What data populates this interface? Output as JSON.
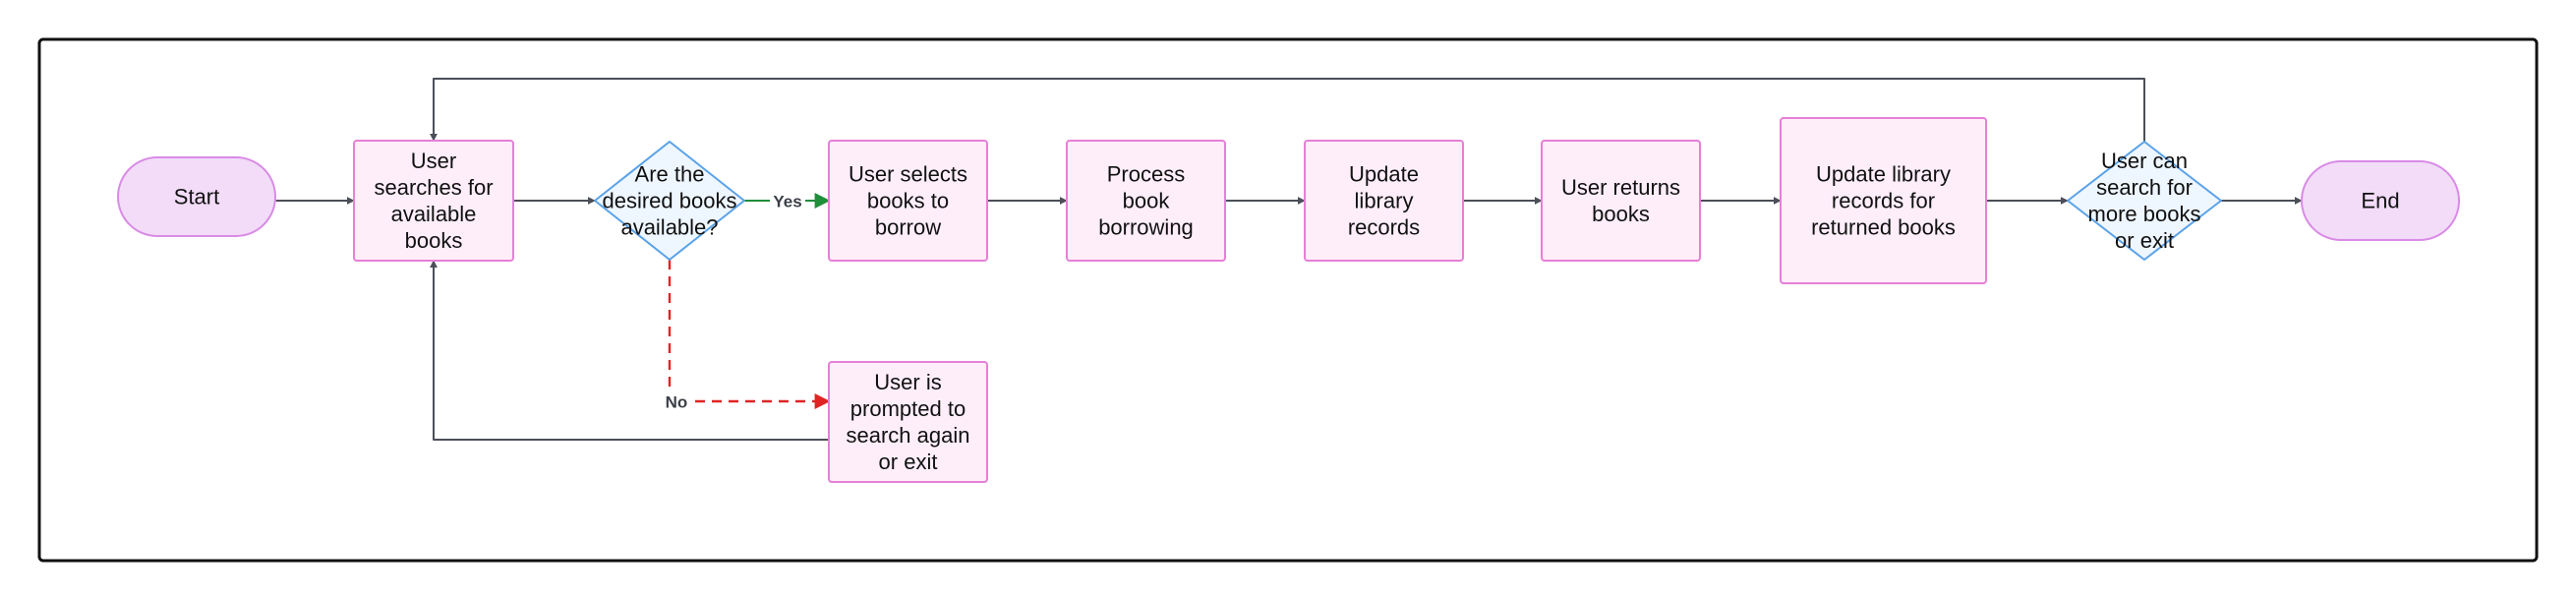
{
  "diagram": {
    "type": "flowchart",
    "nodes": [
      {
        "id": "start",
        "shape": "terminal",
        "lines": [
          "Start"
        ]
      },
      {
        "id": "search",
        "shape": "process",
        "lines": [
          "User",
          "searches for",
          "available",
          "books"
        ]
      },
      {
        "id": "available",
        "shape": "decision",
        "lines": [
          "Are the",
          "desired books",
          "available?"
        ]
      },
      {
        "id": "select",
        "shape": "process",
        "lines": [
          "User selects",
          "books to",
          "borrow"
        ]
      },
      {
        "id": "process",
        "shape": "process",
        "lines": [
          "Process",
          "book",
          "borrowing"
        ]
      },
      {
        "id": "update",
        "shape": "process",
        "lines": [
          "Update",
          "library",
          "records"
        ]
      },
      {
        "id": "return",
        "shape": "process",
        "lines": [
          "User returns",
          "books"
        ]
      },
      {
        "id": "update_returned",
        "shape": "process",
        "lines": [
          "Update library",
          "records for",
          "returned books"
        ]
      },
      {
        "id": "more",
        "shape": "decision",
        "lines": [
          "User can",
          "search for",
          "more books",
          "or exit"
        ]
      },
      {
        "id": "end",
        "shape": "terminal",
        "lines": [
          "End"
        ]
      },
      {
        "id": "prompt",
        "shape": "process",
        "lines": [
          "User is",
          "prompted to",
          "search again",
          "or exit"
        ]
      }
    ],
    "edges": [
      {
        "from": "start",
        "to": "search",
        "label": "",
        "style": "normal"
      },
      {
        "from": "search",
        "to": "available",
        "label": "",
        "style": "normal"
      },
      {
        "from": "available",
        "to": "select",
        "label": "Yes",
        "style": "yes"
      },
      {
        "from": "select",
        "to": "process",
        "label": "",
        "style": "normal"
      },
      {
        "from": "process",
        "to": "update",
        "label": "",
        "style": "normal"
      },
      {
        "from": "update",
        "to": "return",
        "label": "",
        "style": "normal"
      },
      {
        "from": "return",
        "to": "update_returned",
        "label": "",
        "style": "normal"
      },
      {
        "from": "update_returned",
        "to": "more",
        "label": "",
        "style": "normal"
      },
      {
        "from": "more",
        "to": "end",
        "label": "",
        "style": "normal"
      },
      {
        "from": "more",
        "to": "search",
        "label": "",
        "style": "normal"
      },
      {
        "from": "available",
        "to": "prompt",
        "label": "No",
        "style": "no"
      },
      {
        "from": "prompt",
        "to": "search",
        "label": "",
        "style": "normal"
      }
    ]
  },
  "colors": {
    "process_fill": "#fdeefa",
    "process_stroke": "#e77fd6",
    "terminal_fill": "#f2dcf8",
    "decision_stroke": "#5aa2e8",
    "edge": "#4b4f58",
    "edge_yes": "#1f8f3a",
    "edge_no": "#e02424"
  }
}
